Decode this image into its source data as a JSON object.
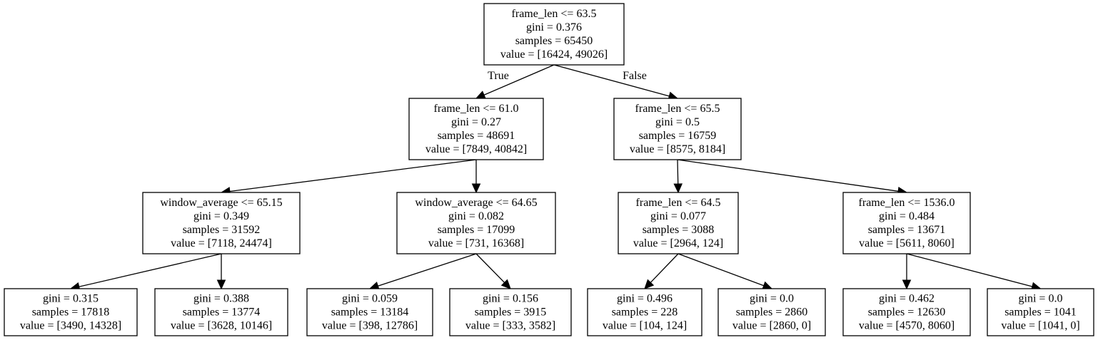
{
  "nodes": {
    "n0": {
      "lines": [
        "frame_len <= 63.5",
        "gini = 0.376",
        "samples = 65450",
        "value = [16424, 49026]"
      ]
    },
    "n1": {
      "lines": [
        "frame_len <= 61.0",
        "gini = 0.27",
        "samples = 48691",
        "value = [7849, 40842]"
      ]
    },
    "n2": {
      "lines": [
        "frame_len <= 65.5",
        "gini = 0.5",
        "samples = 16759",
        "value = [8575, 8184]"
      ]
    },
    "n3": {
      "lines": [
        "window_average <= 65.15",
        "gini = 0.349",
        "samples = 31592",
        "value = [7118, 24474]"
      ]
    },
    "n4": {
      "lines": [
        "window_average <= 64.65",
        "gini = 0.082",
        "samples = 17099",
        "value = [731, 16368]"
      ]
    },
    "n5": {
      "lines": [
        "frame_len <= 64.5",
        "gini = 0.077",
        "samples = 3088",
        "value = [2964, 124]"
      ]
    },
    "n6": {
      "lines": [
        "frame_len <= 1536.0",
        "gini = 0.484",
        "samples = 13671",
        "value = [5611, 8060]"
      ]
    },
    "n7": {
      "lines": [
        "gini = 0.315",
        "samples = 17818",
        "value = [3490, 14328]"
      ]
    },
    "n8": {
      "lines": [
        "gini = 0.388",
        "samples = 13774",
        "value = [3628, 10146]"
      ]
    },
    "n9": {
      "lines": [
        "gini = 0.059",
        "samples = 13184",
        "value = [398, 12786]"
      ]
    },
    "n10": {
      "lines": [
        "gini = 0.156",
        "samples = 3915",
        "value = [333, 3582]"
      ]
    },
    "n11": {
      "lines": [
        "gini = 0.496",
        "samples = 228",
        "value = [104, 124]"
      ]
    },
    "n12": {
      "lines": [
        "gini = 0.0",
        "samples = 2860",
        "value = [2860, 0]"
      ]
    },
    "n13": {
      "lines": [
        "gini = 0.462",
        "samples = 12630",
        "value = [4570, 8060]"
      ]
    },
    "n14": {
      "lines": [
        "gini = 0.0",
        "samples = 1041",
        "value = [1041, 0]"
      ]
    }
  },
  "edge_labels": {
    "true_label": "True",
    "false_label": "False"
  }
}
